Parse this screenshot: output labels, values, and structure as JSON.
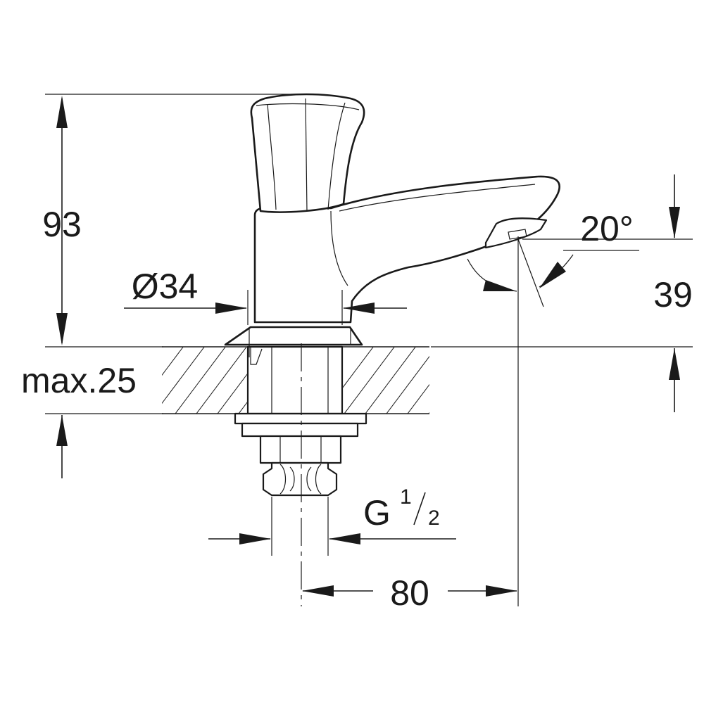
{
  "diagram": {
    "dimensions": {
      "height_total": "93",
      "diameter": "Ø34",
      "angle": "20°",
      "spout_height": "39",
      "deck_thickness": "max.25",
      "thread_prefix": "G",
      "thread_num": "1",
      "thread_den": "2",
      "reach": "80"
    }
  }
}
